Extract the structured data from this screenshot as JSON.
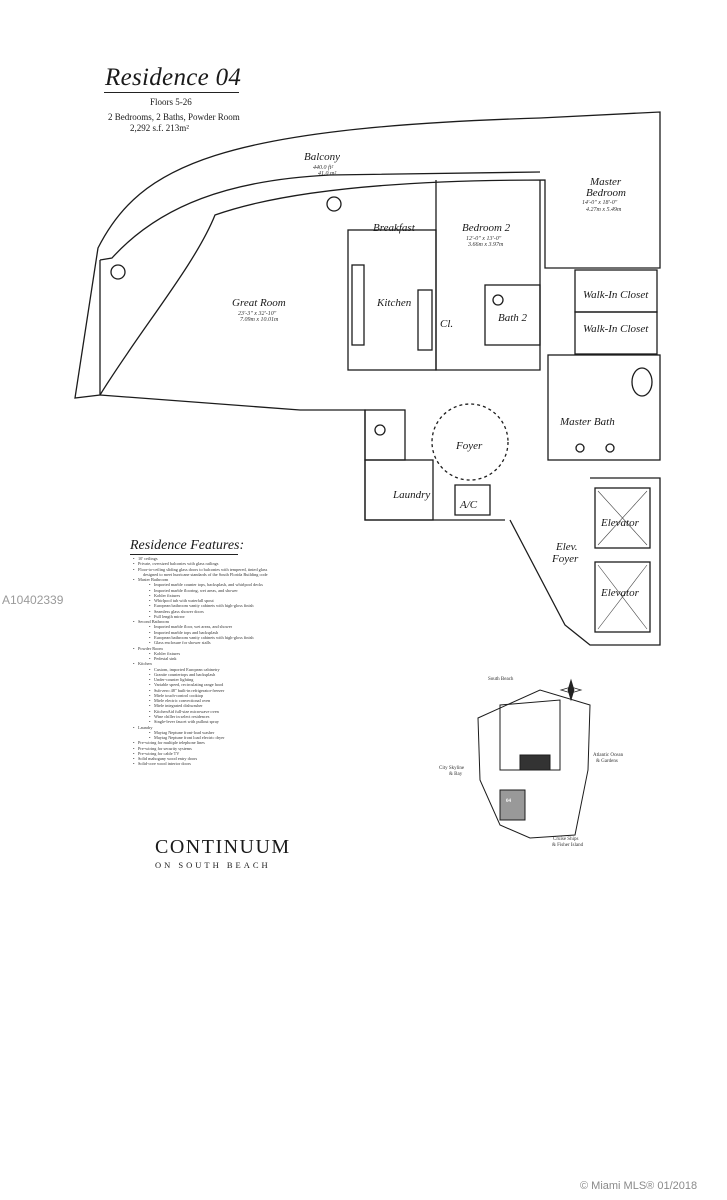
{
  "header": {
    "title": "Residence 04",
    "floors": "Floors 5-26",
    "summary": "2 Bedrooms, 2 Baths, Powder Room",
    "area": "2,292 s.f.  213m²"
  },
  "rooms": {
    "balcony": {
      "name": "Balcony",
      "dim1": "440.0 ft²",
      "dim2": "41.0 m²"
    },
    "master_bedroom": {
      "name": "Master",
      "name2": "Bedroom",
      "dim1": "14'-0\" x 18'-0\"",
      "dim2": "4.27m x 5.49m"
    },
    "breakfast": {
      "name": "Breakfast"
    },
    "bedroom2": {
      "name": "Bedroom 2",
      "dim1": "12'-0\" x 13'-0\"",
      "dim2": "3.66m x 3.97m"
    },
    "walkin1": {
      "name": "Walk-In Closet"
    },
    "walkin2": {
      "name": "Walk-In Closet"
    },
    "great_room": {
      "name": "Great Room",
      "dim1": "23'-3\" x 32'-10\"",
      "dim2": "7.09m x 10.01m"
    },
    "kitchen": {
      "name": "Kitchen"
    },
    "bath2": {
      "name": "Bath 2"
    },
    "closet": {
      "name": "Cl."
    },
    "master_bath": {
      "name": "Master Bath"
    },
    "foyer": {
      "name": "Foyer"
    },
    "laundry": {
      "name": "Laundry"
    },
    "ac": {
      "name": "A/C"
    },
    "elev_foyer": {
      "name": "Elev.",
      "name2": "Foyer"
    },
    "elevator1": {
      "name": "Elevator"
    },
    "elevator2": {
      "name": "Elevator"
    }
  },
  "features": {
    "title": "Residence Features:",
    "items": [
      {
        "level": 1,
        "text": "10' ceilings"
      },
      {
        "level": 1,
        "text": "Private, oversized balconies with glass railings"
      },
      {
        "level": 1,
        "text": "Floor-to-ceiling sliding glass doors to balconies with tempered, tinted glass"
      },
      {
        "level": 3,
        "text": "designed to meet hurricane standards of the South Florida Building code"
      },
      {
        "level": 1,
        "text": "Master Bathroom"
      },
      {
        "level": 2,
        "text": "Imported marble counter tops, backsplash, and whirlpool decks"
      },
      {
        "level": 2,
        "text": "Imported marble flooring, wet areas, and shower"
      },
      {
        "level": 2,
        "text": "Kohler fixtures"
      },
      {
        "level": 2,
        "text": "Whirlpool tub with waterfall spout"
      },
      {
        "level": 2,
        "text": "European bathroom vanity cabinets with high-gloss finish"
      },
      {
        "level": 2,
        "text": "Seamless glass shower doors"
      },
      {
        "level": 2,
        "text": "Full length mirror"
      },
      {
        "level": 1,
        "text": "Second Bathroom"
      },
      {
        "level": 2,
        "text": "Imported marble floor, wet areas, and shower"
      },
      {
        "level": 2,
        "text": "Imported marble tops and backsplash"
      },
      {
        "level": 2,
        "text": "European bathroom vanity cabinets with high-gloss finish"
      },
      {
        "level": 2,
        "text": "Glass enclosure for shower stalls"
      },
      {
        "level": 1,
        "text": "Powder Room"
      },
      {
        "level": 2,
        "text": "Kohler fixtures"
      },
      {
        "level": 2,
        "text": "Pedestal sink"
      },
      {
        "level": 1,
        "text": "Kitchen"
      },
      {
        "level": 2,
        "text": "Custom, imported European cabinetry"
      },
      {
        "level": 2,
        "text": "Granite countertops and backsplash"
      },
      {
        "level": 2,
        "text": "Under-counter lighting"
      },
      {
        "level": 2,
        "text": "Variable speed, recirculating range hood"
      },
      {
        "level": 2,
        "text": "Sub-zero 48\" built-in refrigerator-freezer"
      },
      {
        "level": 2,
        "text": "Miele touch-control cooktop"
      },
      {
        "level": 2,
        "text": "Miele electric convectional oven"
      },
      {
        "level": 2,
        "text": "Miele integrated dishwasher"
      },
      {
        "level": 2,
        "text": "KitchenAid full-size microwave oven"
      },
      {
        "level": 2,
        "text": "Wine chiller in select residences"
      },
      {
        "level": 2,
        "text": "Single-lever faucet with pullout spray"
      },
      {
        "level": 1,
        "text": "Laundry"
      },
      {
        "level": 2,
        "text": "Maytag Neptune front-load washer"
      },
      {
        "level": 2,
        "text": "Maytag Neptune front load electric dryer"
      },
      {
        "level": 1,
        "text": "Pre-wiring for multiple telephone lines"
      },
      {
        "level": 1,
        "text": "Pre-wiring for security systems"
      },
      {
        "level": 1,
        "text": "Pre-wiring for cable TV"
      },
      {
        "level": 1,
        "text": "Solid mahogany wood entry doors"
      },
      {
        "level": 1,
        "text": "Solid-core wood interior doors"
      }
    ]
  },
  "keyplan": {
    "north": "South Beach",
    "west": "City Skyline",
    "west2": "& Bay",
    "east": "Atlantic Ocean",
    "east2": "& Gardens",
    "south": "Cruise Ships",
    "south2": "& Fisher Island",
    "unit": "04"
  },
  "branding": {
    "name": "CONTINUUM",
    "tagline": "ON SOUTH BEACH"
  },
  "watermark": {
    "listing_id": "A10402339",
    "copyright": "© Miami MLS® 01/2018"
  }
}
